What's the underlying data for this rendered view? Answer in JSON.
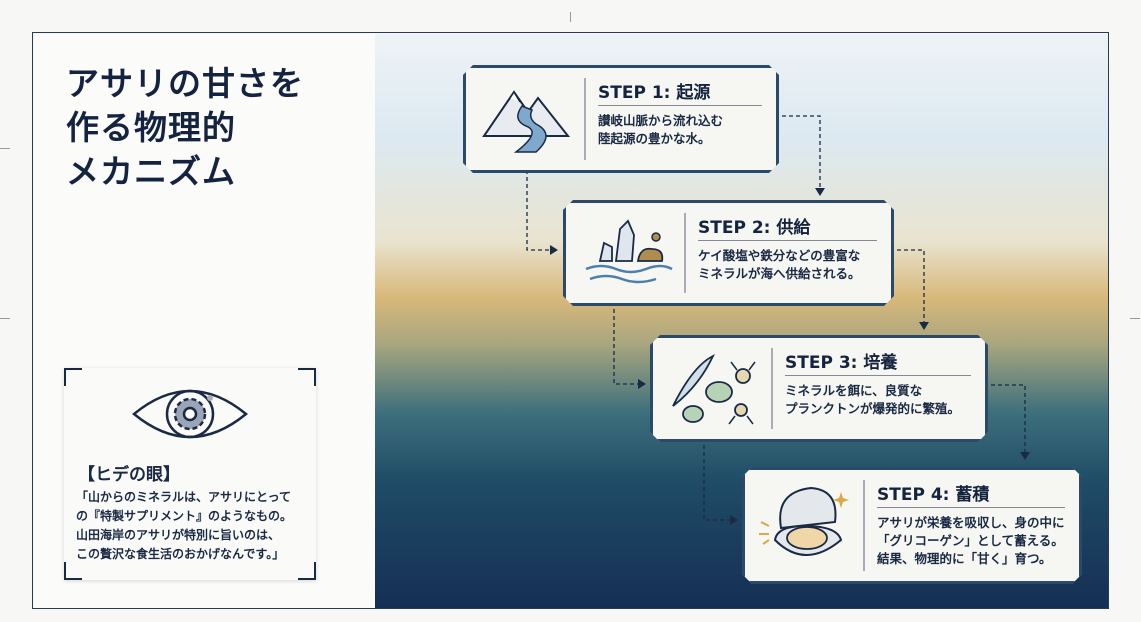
{
  "title": [
    "アサリの甘さを",
    "作る物理的",
    "メカニズム"
  ],
  "note": {
    "heading": "【ヒデの眼】",
    "body": "「山からのミネラルは、アサリにとって\nの『特製サプリメント』のようなもの。\n山田海岸のアサリが特別に旨いのは、\nこの贅沢な食生活のおかげなんです。」"
  },
  "steps": [
    {
      "label": "STEP 1: 起源",
      "text": "讃岐山脈から流れ込む\n陸起源の豊かな水。",
      "icon": "mountain-river-icon"
    },
    {
      "label": "STEP 2: 供給",
      "text": "ケイ酸塩や鉄分などの豊富な\nミネラルが海へ供給される。",
      "icon": "minerals-water-icon"
    },
    {
      "label": "STEP 3: 培養",
      "text": "ミネラルを餌に、良質な\nプランクトンが爆発的に繁殖。",
      "icon": "plankton-icon"
    },
    {
      "label": "STEP 4: 蓄積",
      "text": "アサリが栄養を吸収し、身の中に\n「グリコーゲン」として蓄える。\n結果、物理的に「甘く」育つ。",
      "icon": "clam-icon"
    }
  ],
  "colors": {
    "navy": "#14233f",
    "gold": "#d8b87a",
    "accent": "#2b4a6a"
  }
}
